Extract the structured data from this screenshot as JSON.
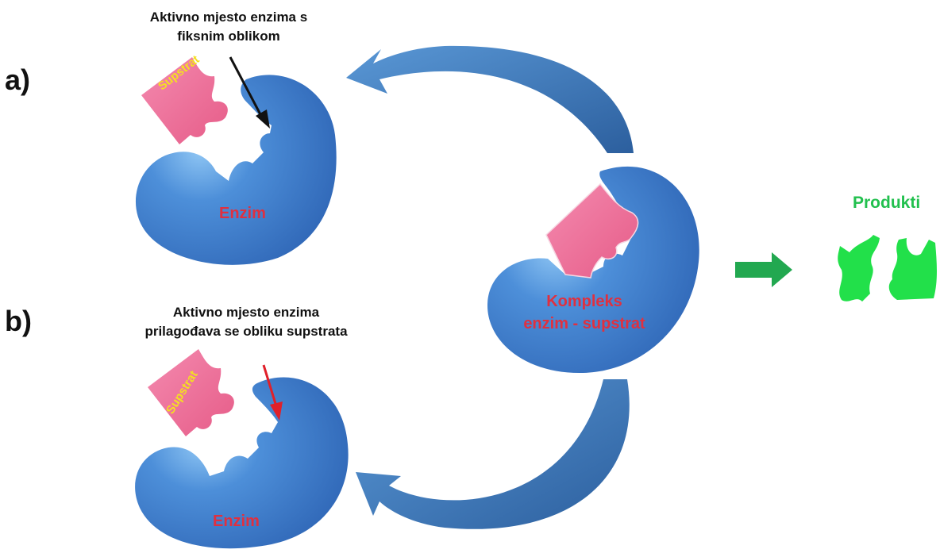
{
  "labels": {
    "part_a": "a)",
    "part_b": "b)",
    "note_a_line1": "Aktivno mjesto enzima s",
    "note_a_line2": "fiksnim oblikom",
    "note_b_line1": "Aktivno mjesto enzima",
    "note_b_line2": "prilagođava se obliku supstrata",
    "enzyme_a": "Enzim",
    "enzyme_b": "Enzim",
    "substrate_a": "Supstrat",
    "substrate_b": "Supstrat",
    "complex_line1": "Kompleks",
    "complex_line2": "enzim - supstrat",
    "products": "Produkti"
  },
  "colors": {
    "enzyme": "#3e7fd0",
    "enzyme_highlight": "#6fb0ec",
    "substrate": "#ec6b94",
    "curved_arrow": "#4a86c4",
    "forward_arrow": "#22a850",
    "products": "#22e04a",
    "label_red": "#e0303f",
    "label_yellow": "#f4df22",
    "label_green": "#22c04e",
    "pointer_a": "#111111",
    "pointer_b": "#e0202a"
  }
}
